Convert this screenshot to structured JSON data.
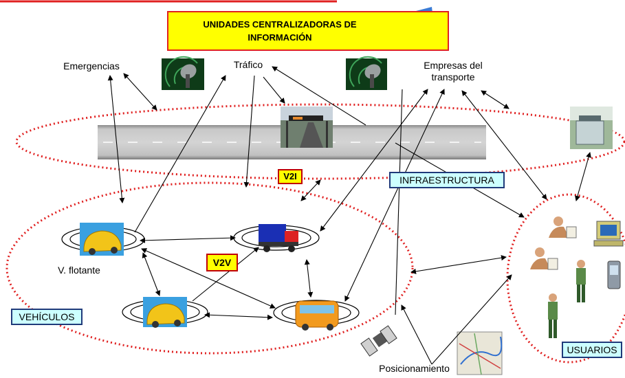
{
  "title": {
    "line1": "UNIDADES CENTRALIZADORAS DE",
    "line2": "INFORMACIÓN"
  },
  "labels": {
    "emergencias": "Emergencias",
    "trafico": "Tráfico",
    "empresas_line1": "Empresas del",
    "empresas_line2": "transporte",
    "v_flotante": "V. flotante",
    "posicionamiento": "Posicionamiento"
  },
  "tags": {
    "v2i": "V2I",
    "v2v": "V2V",
    "infraestructura": "INFRAESTRUCTURA",
    "vehiculos": "VEHÍCULOS",
    "usuarios": "USUARIOS"
  },
  "colors": {
    "accent_red": "#e02020",
    "title_fill": "#ffff00",
    "tag_cyan": "#ccffff",
    "road_gray": "#b0b0b0"
  }
}
